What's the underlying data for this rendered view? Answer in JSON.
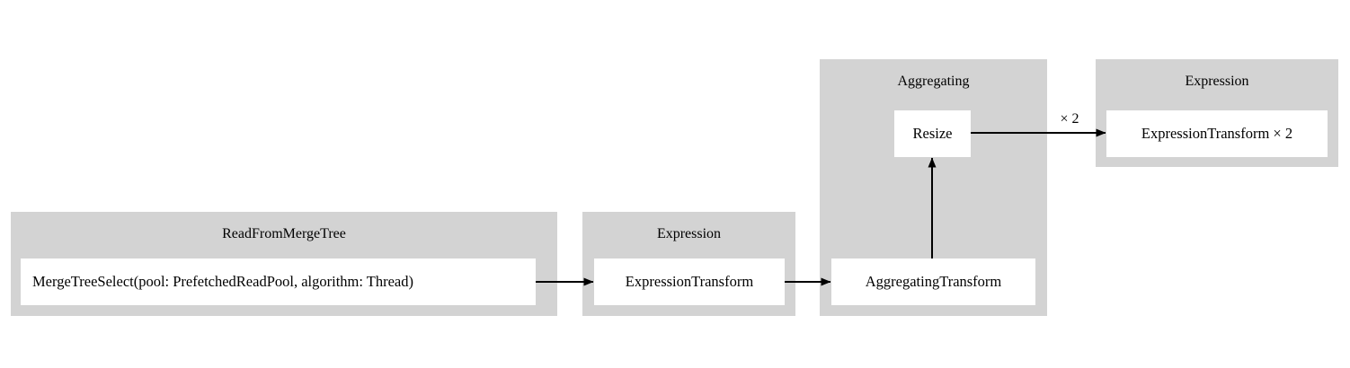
{
  "diagram": {
    "type": "pipeline-graph",
    "background_color": "#ffffff",
    "cluster_color": "#d3d3d3",
    "node_color": "#ffffff",
    "edge_color": "#000000",
    "clusters": [
      {
        "id": "read-from-merge-tree",
        "title": "ReadFromMergeTree",
        "nodes": [
          {
            "id": "merge-tree-select",
            "label": "MergeTreeSelect(pool: PrefetchedReadPool, algorithm: Thread)"
          }
        ]
      },
      {
        "id": "expression-1",
        "title": "Expression",
        "nodes": [
          {
            "id": "expression-transform",
            "label": "ExpressionTransform"
          }
        ]
      },
      {
        "id": "aggregating",
        "title": "Aggregating",
        "nodes": [
          {
            "id": "resize",
            "label": "Resize"
          },
          {
            "id": "aggregating-transform",
            "label": "AggregatingTransform"
          }
        ]
      },
      {
        "id": "expression-2",
        "title": "Expression",
        "nodes": [
          {
            "id": "expression-transform-x2",
            "label": "ExpressionTransform × 2"
          }
        ]
      }
    ],
    "edges": [
      {
        "id": "edge-mergetreeselect-to-expressiontransform",
        "from": "merge-tree-select",
        "to": "expression-transform",
        "label": ""
      },
      {
        "id": "edge-expressiontransform-to-aggregatingtransform",
        "from": "expression-transform",
        "to": "aggregating-transform",
        "label": ""
      },
      {
        "id": "edge-aggregatingtransform-to-resize",
        "from": "aggregating-transform",
        "to": "resize",
        "label": ""
      },
      {
        "id": "edge-resize-to-expressiontransform-x2",
        "from": "resize",
        "to": "expression-transform-x2",
        "label": "× 2"
      }
    ]
  }
}
